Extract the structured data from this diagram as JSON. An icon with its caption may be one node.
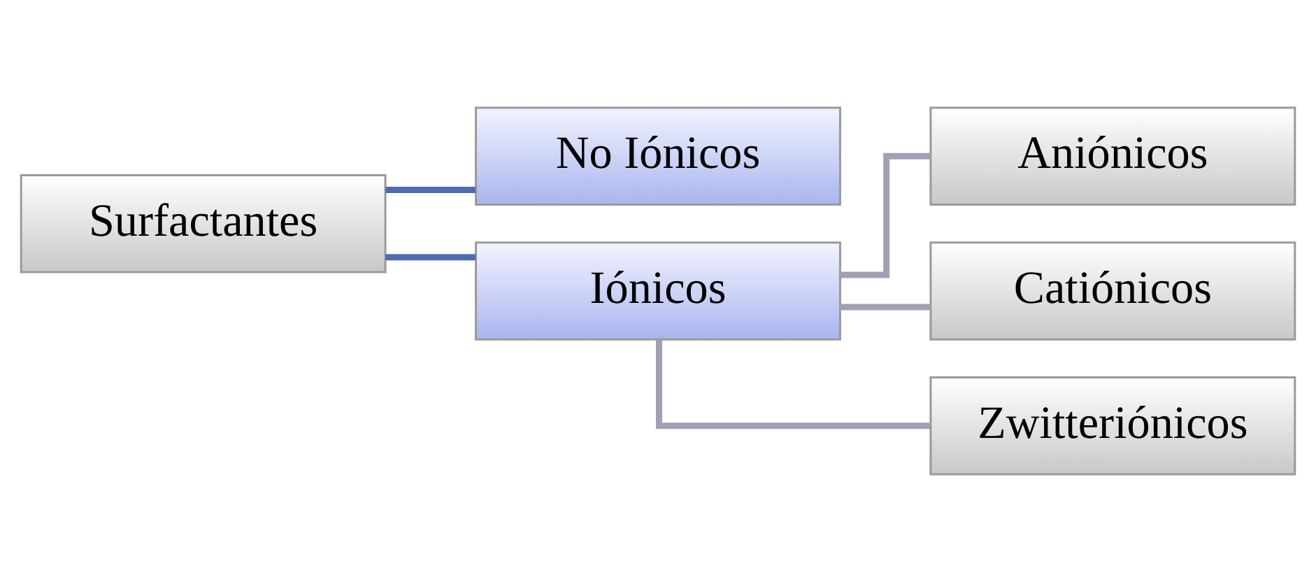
{
  "diagram": {
    "nodes": [
      {
        "text": [
          "Surfactantes"
        ]
      },
      {
        "text": [
          "No Iónicos"
        ]
      },
      {
        "text": [
          "Iónicos"
        ]
      },
      {
        "text": [
          "Aniónicos"
        ]
      },
      {
        "text": [
          "Catiónicos"
        ]
      },
      {
        "text": [
          "Zwitteriónicos"
        ]
      }
    ],
    "edges": [
      {
        "from": 0,
        "to": 1,
        "arrow": "none",
        "color": "#4f6bb0"
      },
      {
        "from": 0,
        "to": 2,
        "arrow": "none",
        "color": "#4f6bb0"
      },
      {
        "from": 2,
        "to": 3,
        "arrow": "none"
      },
      {
        "from": 2,
        "to": 4,
        "arrow": "none"
      },
      {
        "from": 2,
        "to": 5,
        "arrow": "none"
      }
    ]
  }
}
